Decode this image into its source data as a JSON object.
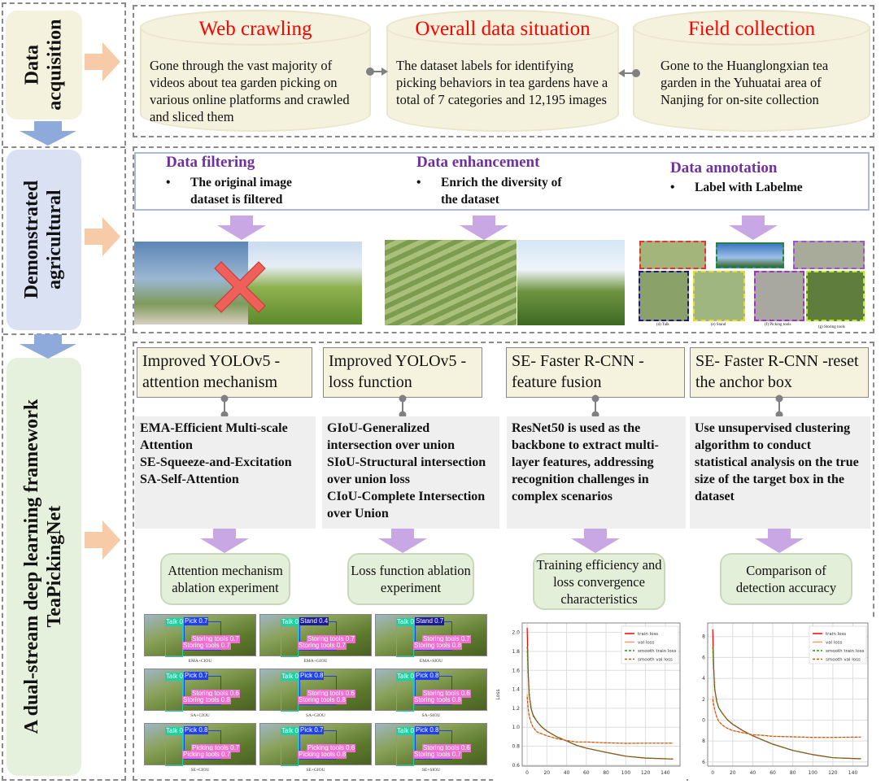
{
  "left": {
    "row1": [
      "Data",
      "acquisition"
    ],
    "row2": [
      "Demonstrated",
      "agricultural"
    ],
    "row3": [
      "A dual-stream deep learning framework",
      "TeaPickingNet"
    ]
  },
  "acquisition": [
    {
      "title": "Web crawling",
      "text": "Gone through the vast majority of videos about tea garden picking on various online platforms and crawled and sliced them"
    },
    {
      "title": "Overall data situation",
      "text": "The dataset labels for identifying picking behaviors in tea gardens have a total of 7 categories and 12,195 images"
    },
    {
      "title": "Field collection",
      "text": "Gone to the Huanglongxian tea garden in the Yuhuatai area of Nanjing for on-site collection"
    }
  ],
  "processing": [
    {
      "title": "Data filtering",
      "bullet": "The original image dataset is filtered"
    },
    {
      "title": "Data enhancement",
      "bullet": "Enrich the diversity of the dataset"
    },
    {
      "title": "Data annotation",
      "bullet": "Label with Labelme"
    }
  ],
  "annotation_captions": [
    "(d) Talk",
    "(e) Stand",
    "(f) Picking tools",
    "(g) Storing tools"
  ],
  "methods": [
    {
      "title": "Improved YOLOv5 -attention mechanism",
      "desc": "EMA-Efficient Multi-scale Attention\nSE-Squeeze-and-Excitation\nSA-Self-Attention",
      "result": "Attention mechanism ablation experiment"
    },
    {
      "title": "Improved YOLOv5 -loss function",
      "desc": "GIoU-Generalized intersection over union\nSIoU-Structural intersection over union loss\nCIoU-Complete Intersection over Union",
      "result": "Loss function ablation experiment"
    },
    {
      "title": "SE- Faster R-CNN -feature fusion",
      "desc": "ResNet50 is used as the backbone to extract multi-layer features, addressing recognition challenges in complex scenarios",
      "result": "Training efficiency and loss convergence characteristics"
    },
    {
      "title": "SE- Faster R-CNN -reset the anchor box",
      "desc": "Use unsupervised clustering algorithm to conduct statistical analysis on the true size of the target box in the dataset",
      "result": "Comparison of detection accuracy"
    }
  ],
  "detections": [
    {
      "caption": "EMA+CIOU",
      "labels": [
        "Talk 0",
        "Pick 0.7",
        "Storing tools 0.7",
        "Storing tools 0.7"
      ]
    },
    {
      "caption": "EMA+GIOU",
      "labels": [
        "Talk 0",
        "Stand 0.4",
        "Storing tools 0.7",
        "Storing tools 0.7"
      ]
    },
    {
      "caption": "EMA+SIOU",
      "labels": [
        "Talk 0",
        "Stand 0.7",
        "Storing tools 0.7",
        "Storing tools 0.8"
      ]
    },
    {
      "caption": "SA+CIOU",
      "labels": [
        "Talk 0",
        "Pick 0.7",
        "Storing tools 0.6",
        "Storing tools 0.8"
      ]
    },
    {
      "caption": "SA+GIOU",
      "labels": [
        "Talk 0",
        "Pick 0.8",
        "Storing tools 0.6",
        "Storing tools 0.8"
      ]
    },
    {
      "caption": "SA+SIOU",
      "labels": [
        "Talk 0",
        "Pick 0.8",
        "Storing tools 0.6",
        "Storing tools 0.8"
      ]
    },
    {
      "caption": "SE+CIOU",
      "labels": [
        "Talk 0",
        "Pick 0.8",
        "Picking tools 0.7",
        "Picking tools 0.7"
      ]
    },
    {
      "caption": "SE+GIOU",
      "labels": [
        "Talk 0",
        "Pick 0.7",
        "Picking tools 0.6",
        "Picking tools 0.8"
      ]
    },
    {
      "caption": "SE+SIOU",
      "labels": [
        "Talk 0",
        "Pick 0.8",
        "Storing tools 0.6",
        "Storing tools 0.7"
      ]
    }
  ],
  "colors": {
    "accent_red": "#ff0000",
    "purple": "#7030a0",
    "cream": "#f4f2dc",
    "blue_label": "#d9e1f3",
    "green_label": "#e5f0dd",
    "orange_arrow": "#f8cba8",
    "blue_arrow": "#8eaadb",
    "purple_arrow": "#c9a6e4"
  },
  "chart_data": [
    {
      "type": "line",
      "ylabel": "Loss",
      "xlim": [
        -5,
        155
      ],
      "ylim": [
        0.59,
        2.1
      ],
      "xticks": [
        0,
        20,
        40,
        60,
        80,
        100,
        120,
        140
      ],
      "yticks": [
        {
          "v": 0.6,
          "l": "0.6"
        },
        {
          "v": 0.8,
          "l": "0.8"
        },
        {
          "v": 1.0,
          "l": "1.0"
        },
        {
          "v": 1.2,
          "l": "1.2"
        },
        {
          "v": 1.4,
          "l": "1.4"
        },
        {
          "v": 1.6,
          "l": "1.6"
        },
        {
          "v": 1.8,
          "l": "1.8"
        },
        {
          "v": 2.0,
          "l": "2.0"
        }
      ],
      "legend_position": "top-right",
      "x": [
        0,
        1,
        2,
        4,
        6,
        10,
        15,
        20,
        30,
        40,
        50,
        60,
        80,
        100,
        120,
        148
      ],
      "series": [
        {
          "name": "train loss",
          "color": "#ff0000",
          "dash": false,
          "values": [
            2.05,
            1.6,
            1.35,
            1.2,
            1.13,
            1.06,
            1.0,
            0.96,
            0.9,
            0.855,
            0.81,
            0.78,
            0.735,
            0.695,
            0.675,
            0.665
          ]
        },
        {
          "name": "val loss",
          "color": "#ff9a70",
          "dash": false,
          "values": [
            1.35,
            1.2,
            1.12,
            1.05,
            1.0,
            0.95,
            0.93,
            0.91,
            0.88,
            0.86,
            0.845,
            0.845,
            0.835,
            0.83,
            0.832,
            0.832
          ]
        },
        {
          "name": "smooth train loss",
          "color": "#1a9a1a",
          "dash": true,
          "values": [
            1.85,
            1.55,
            1.35,
            1.2,
            1.12,
            1.06,
            1.0,
            0.96,
            0.9,
            0.855,
            0.81,
            0.78,
            0.735,
            0.695,
            0.675,
            0.665
          ]
        },
        {
          "name": "smooth val loss",
          "color": "#c05a10",
          "dash": true,
          "values": [
            1.32,
            1.2,
            1.12,
            1.05,
            1.0,
            0.95,
            0.93,
            0.91,
            0.88,
            0.86,
            0.845,
            0.845,
            0.835,
            0.83,
            0.832,
            0.832
          ]
        }
      ]
    },
    {
      "type": "line",
      "ylabel": "",
      "xlim": [
        -5,
        155
      ],
      "ylim": [
        5.6,
        19.3
      ],
      "xticks": [
        0,
        20,
        40,
        60,
        80,
        100,
        120,
        140
      ],
      "yticks": [
        {
          "v": 6,
          "l": "6"
        },
        {
          "v": 8,
          "l": "8"
        },
        {
          "v": 10,
          "l": "0"
        },
        {
          "v": 12,
          "l": "2"
        },
        {
          "v": 14,
          "l": "4"
        },
        {
          "v": 16,
          "l": "6"
        },
        {
          "v": 18,
          "l": "8"
        }
      ],
      "legend_position": "top-right",
      "x": [
        0,
        1,
        2,
        4,
        6,
        10,
        15,
        20,
        30,
        40,
        50,
        60,
        80,
        100,
        120,
        148
      ],
      "series": [
        {
          "name": "train loss",
          "color": "#ff0000",
          "dash": false,
          "values": [
            18.7,
            15,
            13,
            11.8,
            11.2,
            10.6,
            10.0,
            9.6,
            9.0,
            8.5,
            8.1,
            7.7,
            7.1,
            6.7,
            6.4,
            6.3
          ]
        },
        {
          "name": "val loss",
          "color": "#ff9a70",
          "dash": false,
          "values": [
            12.3,
            11.6,
            11.0,
            10.3,
            9.9,
            9.5,
            9.2,
            9.0,
            8.8,
            8.6,
            8.55,
            8.45,
            8.4,
            8.35,
            8.35,
            8.38
          ]
        },
        {
          "name": "smooth train loss",
          "color": "#1a9a1a",
          "dash": true,
          "values": [
            17,
            15,
            13,
            11.8,
            11.2,
            10.6,
            10.0,
            9.6,
            9.0,
            8.5,
            8.1,
            7.7,
            7.1,
            6.7,
            6.4,
            6.3
          ]
        },
        {
          "name": "smooth val loss",
          "color": "#c05a10",
          "dash": true,
          "values": [
            12.0,
            11.4,
            11.0,
            10.3,
            9.9,
            9.5,
            9.2,
            9.0,
            8.8,
            8.6,
            8.55,
            8.45,
            8.4,
            8.35,
            8.35,
            8.38
          ]
        }
      ]
    }
  ]
}
